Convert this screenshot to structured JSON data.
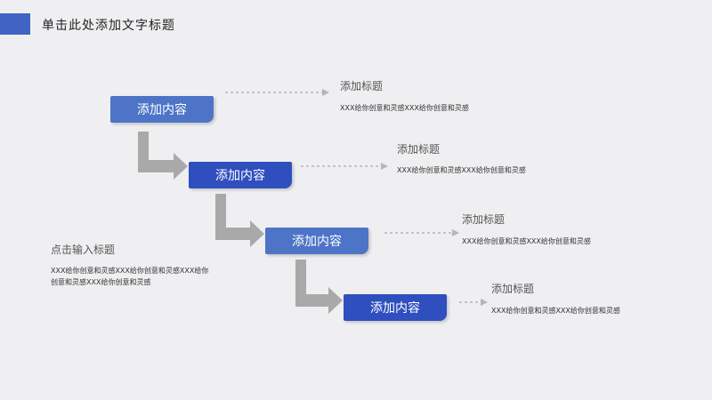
{
  "header": {
    "title": "单击此处添加文字标题",
    "accent_color": "#3f64c4"
  },
  "steps": [
    {
      "label": "添加内容",
      "note_title": "添加标题",
      "note_desc": "XXX给你创意和灵感XXX给你创意和灵感"
    },
    {
      "label": "添加内容",
      "note_title": "添加标题",
      "note_desc": "XXX给你创意和灵感XXX给你创意和灵感"
    },
    {
      "label": "添加内容",
      "note_title": "添加标题",
      "note_desc": "XXX给你创意和灵感XXX给你创意和灵感"
    },
    {
      "label": "添加内容",
      "note_title": "添加标题",
      "note_desc": "XXX给你创意和灵感XXX给你创意和灵感"
    }
  ],
  "side_note": {
    "title": "点击输入标题",
    "desc": "XXX给你创意和灵感XXX给你创意和灵感XXX给你创意和灵感XXX给你创意和灵感"
  },
  "colors": {
    "box_light": "#4d74c6",
    "box_dark": "#2f4fbe",
    "arrow_gray": "#a9a9a9",
    "dash_gray": "#b5b5b5"
  }
}
